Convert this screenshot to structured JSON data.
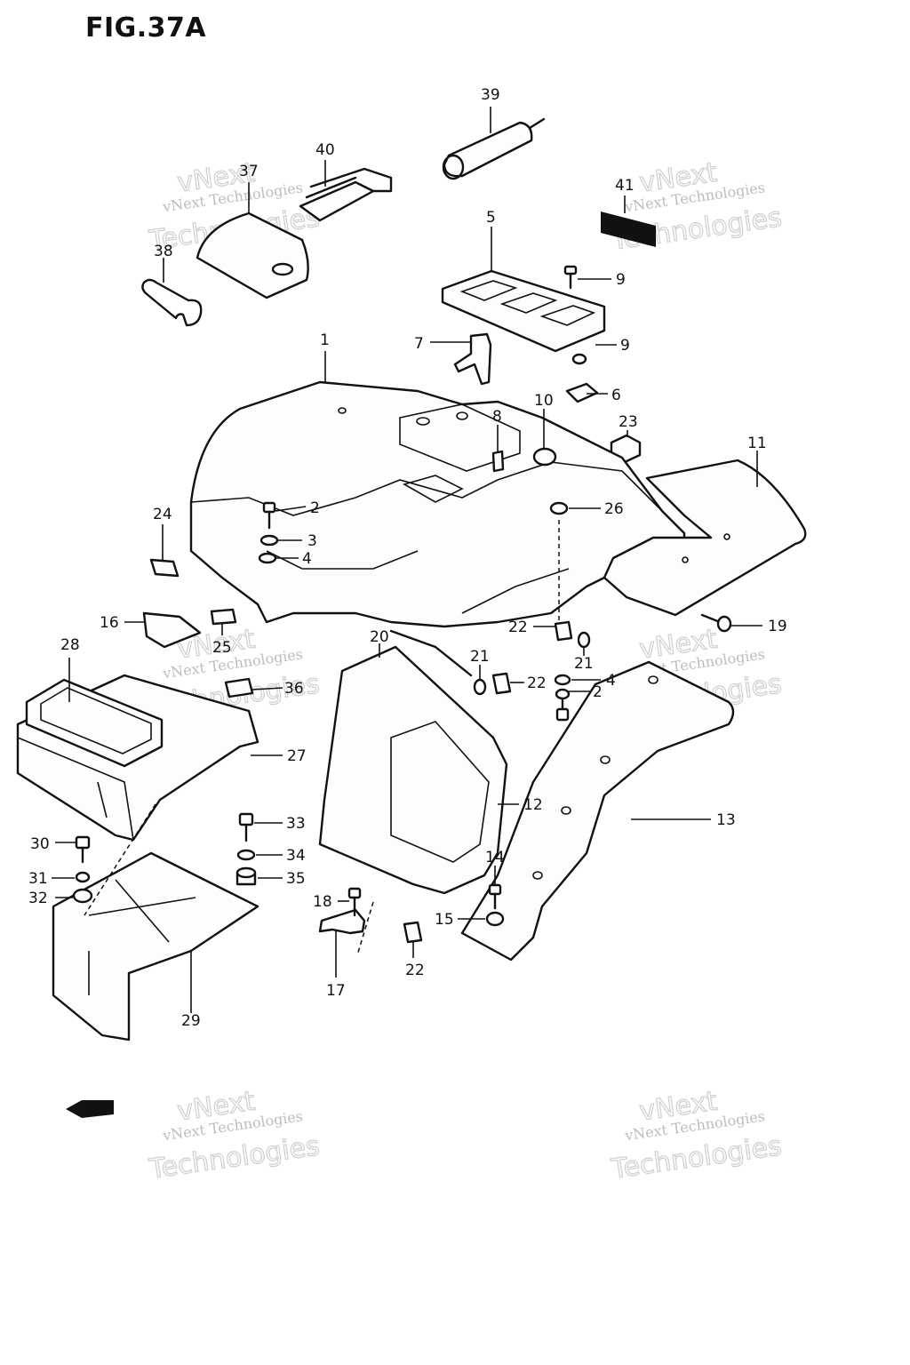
{
  "figure_title": "FIG.37A",
  "watermark": {
    "line_small": "vNext Technologies",
    "line_big_1": "vNext",
    "line_big_2": "Technologies"
  },
  "callouts": [
    "1",
    "2",
    "3",
    "4",
    "5",
    "6",
    "7",
    "8",
    "9",
    "10",
    "11",
    "12",
    "13",
    "14",
    "15",
    "16",
    "17",
    "18",
    "19",
    "20",
    "21",
    "22",
    "23",
    "24",
    "25",
    "26",
    "27",
    "28",
    "29",
    "30",
    "31",
    "32",
    "33",
    "34",
    "35",
    "36",
    "37",
    "38",
    "39",
    "40",
    "41"
  ],
  "front_arrow_icon": "front-direction-arrow-icon"
}
